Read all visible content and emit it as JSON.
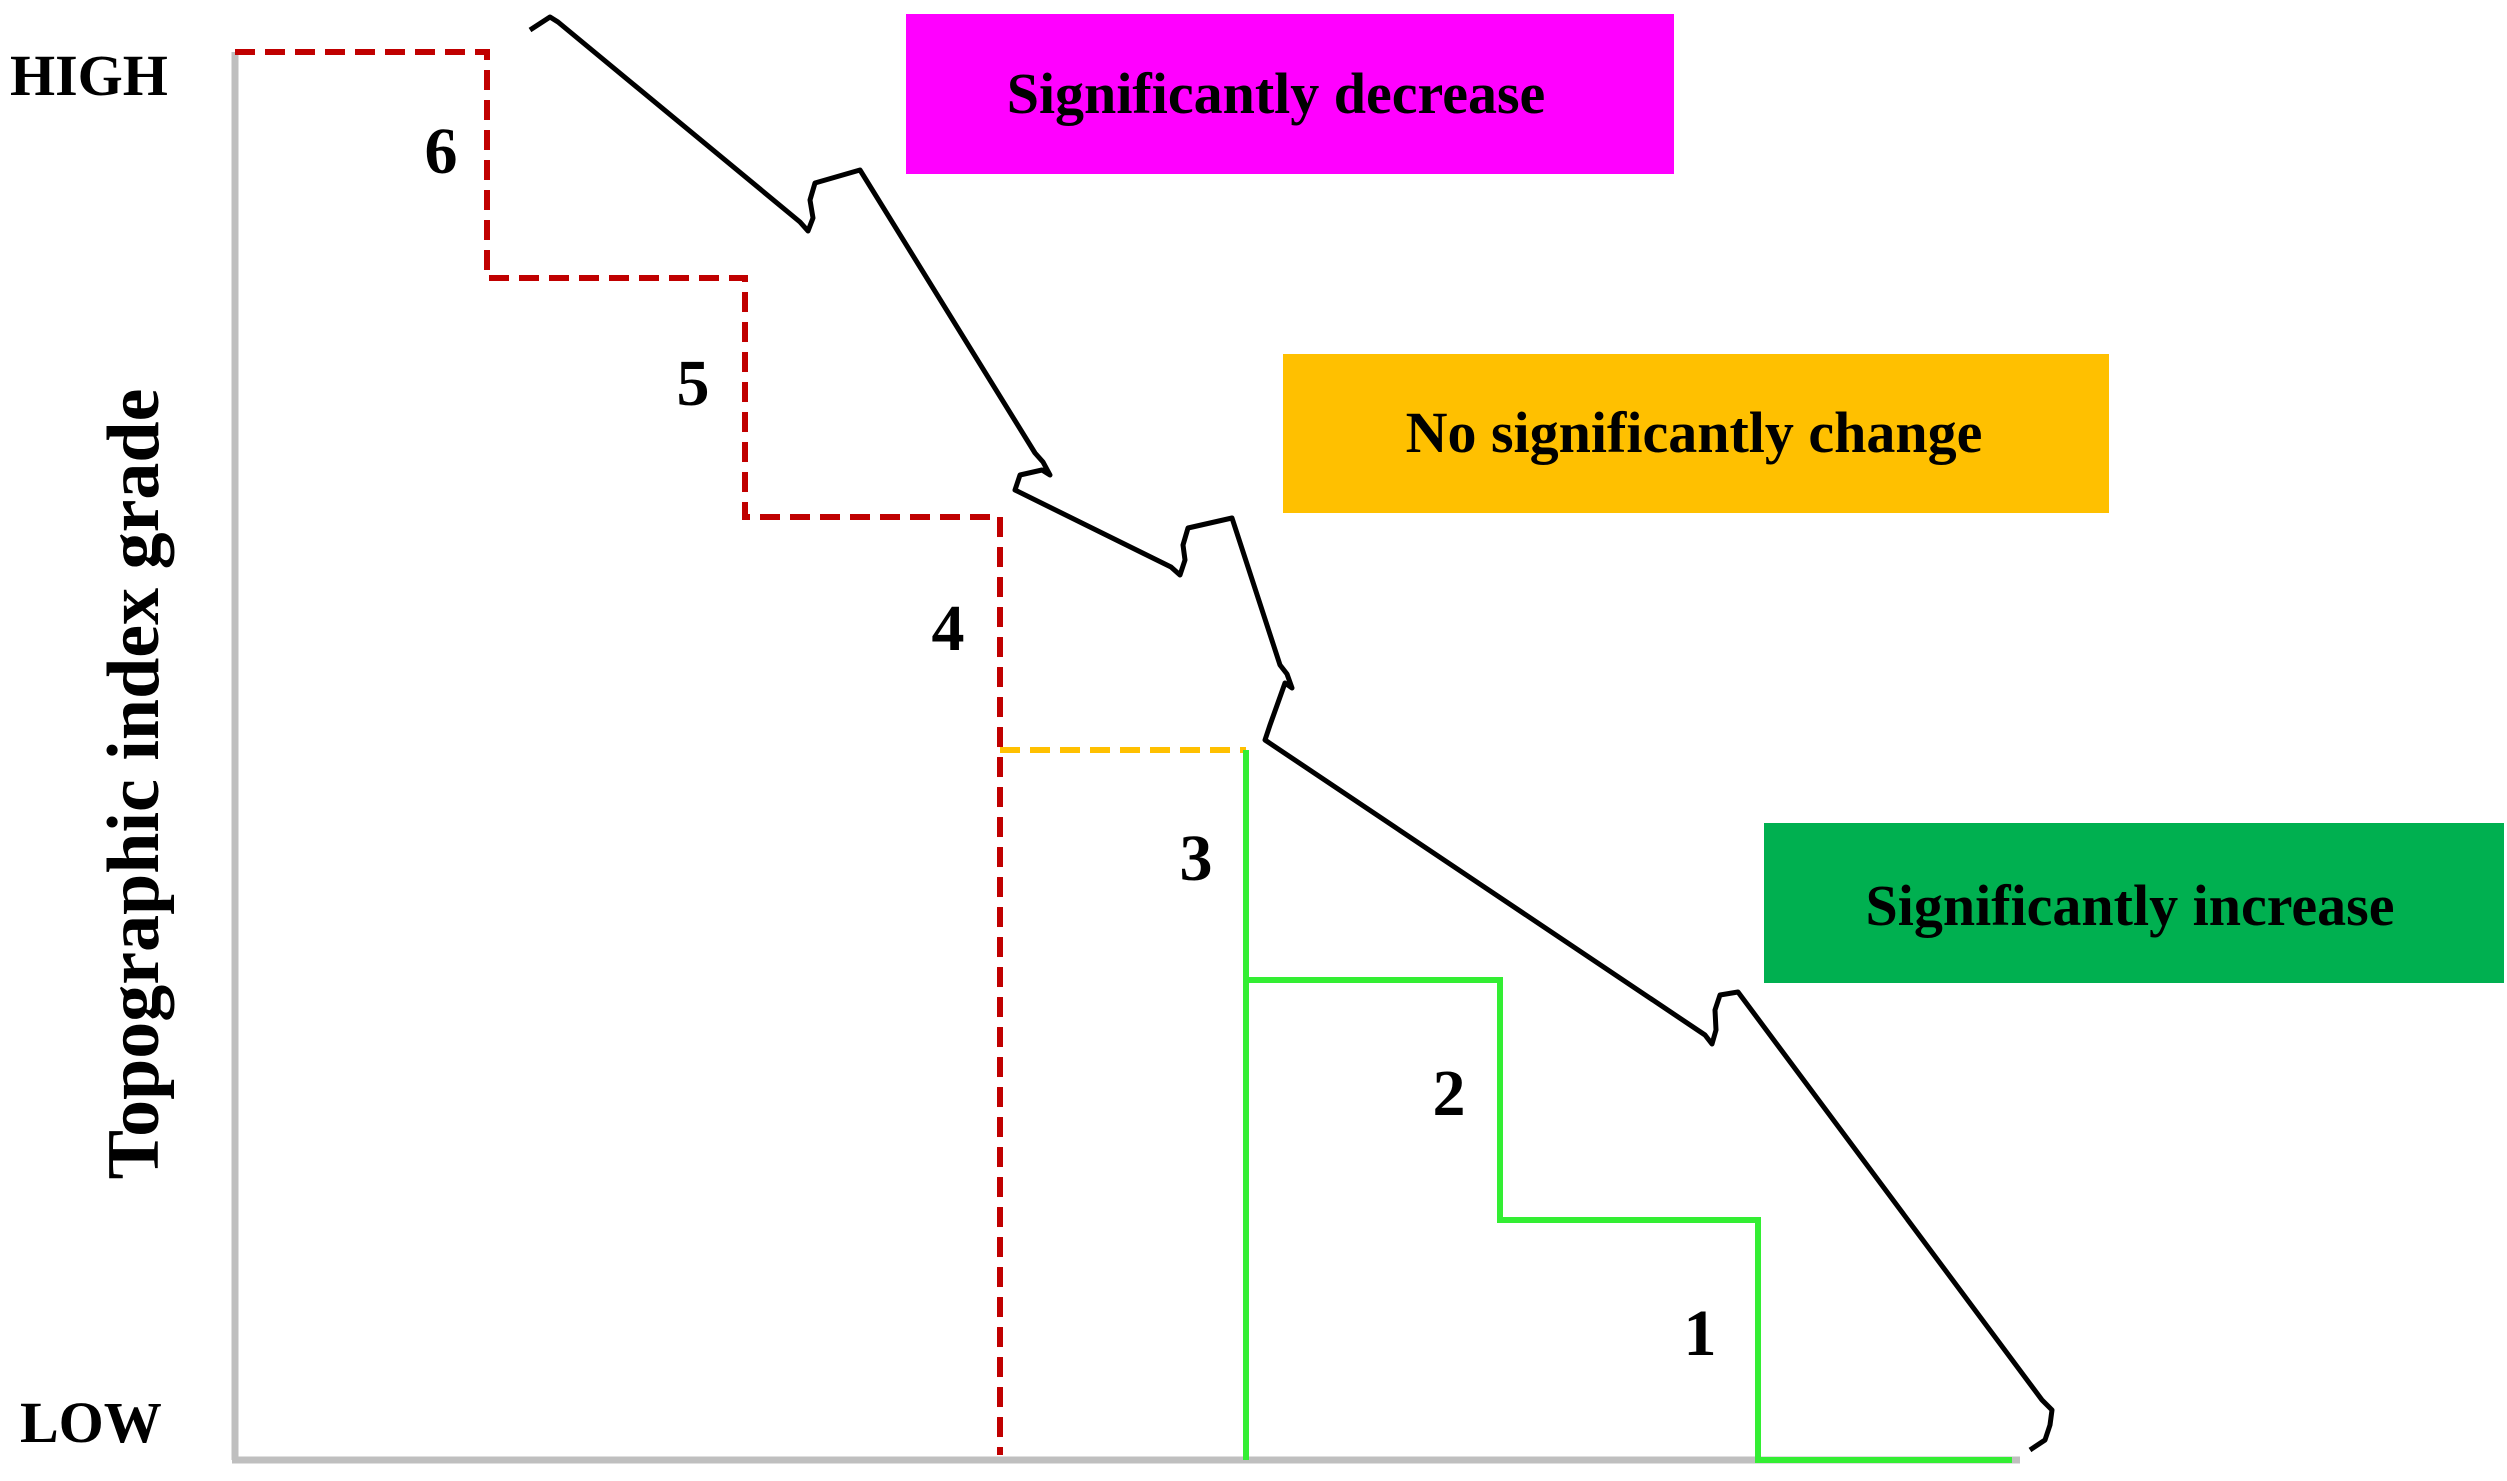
{
  "axis": {
    "high_label": "HIGH",
    "low_label": "LOW",
    "y_title": "Topographic index grade"
  },
  "grades": [
    {
      "label": "6",
      "trend": "decrease"
    },
    {
      "label": "5",
      "trend": "decrease"
    },
    {
      "label": "4",
      "trend": "decrease"
    },
    {
      "label": "3",
      "trend": "no-change"
    },
    {
      "label": "2",
      "trend": "increase"
    },
    {
      "label": "1",
      "trend": "increase"
    }
  ],
  "legend": {
    "decrease": {
      "text": "Significantly decrease",
      "color": "#ff00ff"
    },
    "no_change": {
      "text": "No significantly change",
      "color": "#ffc000"
    },
    "increase": {
      "text": "Significantly increase",
      "color": "#00b050"
    }
  },
  "colors": {
    "decrease_line": "#c00000",
    "no_change_line": "#ffc000",
    "increase_line": "#33ee33",
    "axis_line": "#bfbfbf",
    "diagonal_line": "#000000"
  }
}
